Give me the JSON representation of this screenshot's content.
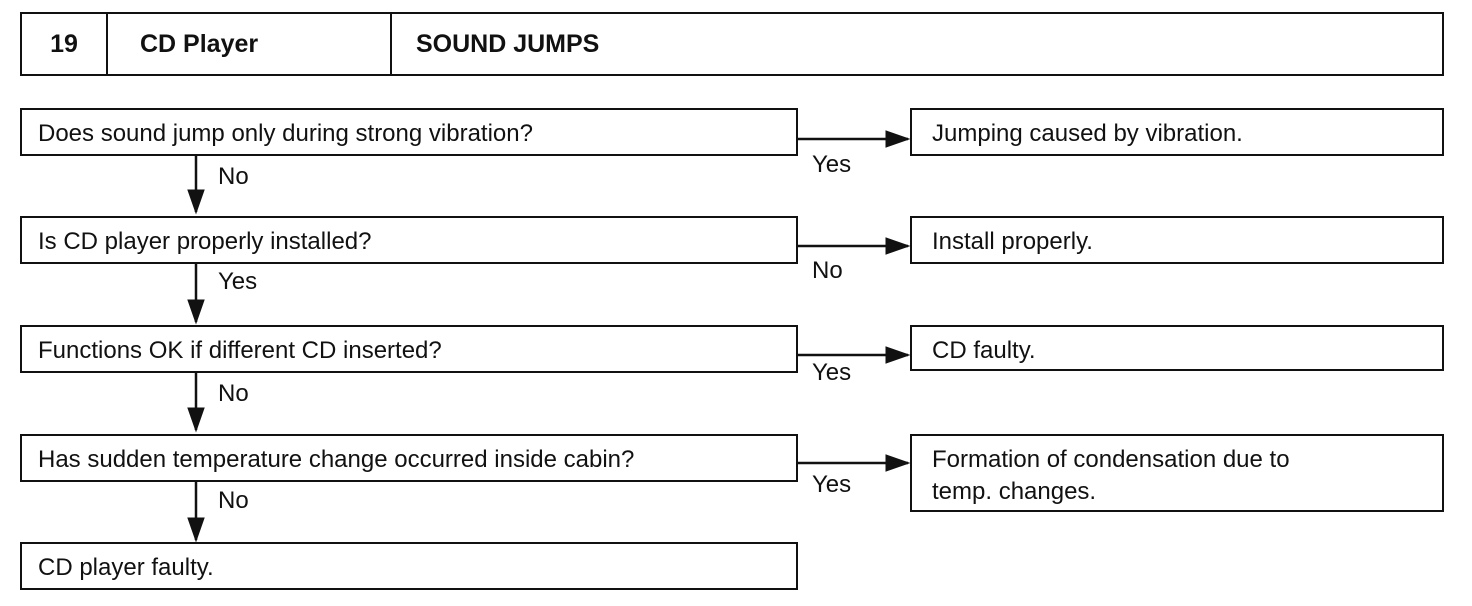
{
  "header": {
    "number": "19",
    "system": "CD Player",
    "symptom": "SOUND JUMPS"
  },
  "steps": [
    {
      "question": "Does sound jump only during strong vibration?",
      "side_label": "Yes",
      "side_result": "Jumping caused by vibration.",
      "down_label": "No"
    },
    {
      "question": "Is CD player properly installed?",
      "side_label": "No",
      "side_result": "Install properly.",
      "down_label": "Yes"
    },
    {
      "question": "Functions OK if different CD inserted?",
      "side_label": "Yes",
      "side_result": "CD faulty.",
      "down_label": "No"
    },
    {
      "question": "Has sudden temperature change occurred inside cabin?",
      "side_label": "Yes",
      "side_result_line1": "Formation of condensation due to",
      "side_result_line2": "temp. changes.",
      "down_label": "No"
    }
  ],
  "final": {
    "result": "CD player faulty."
  }
}
